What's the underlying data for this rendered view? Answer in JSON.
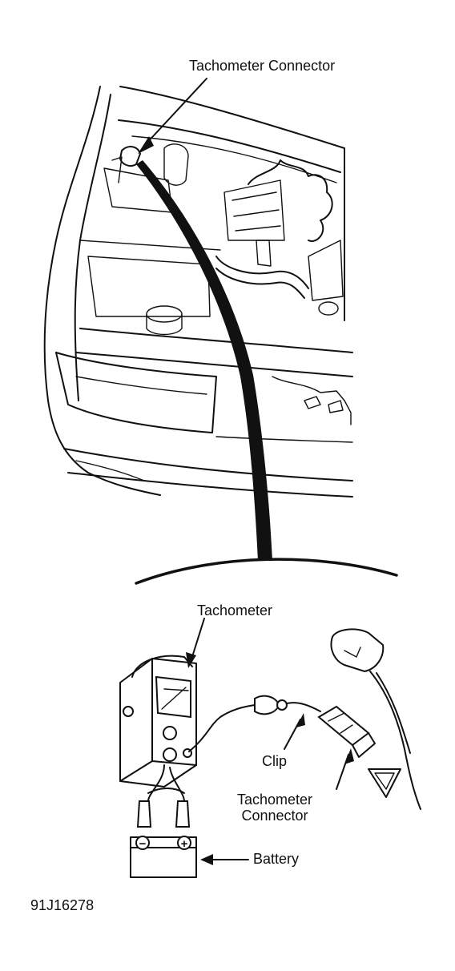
{
  "labels": {
    "tachometer_connector_top": "Tachometer Connector",
    "tachometer": "Tachometer",
    "clip": "Clip",
    "tachometer_connector_bottom_line1": "Tachometer",
    "tachometer_connector_bottom_line2": "Connector",
    "battery": "Battery",
    "figure_id": "91J16278"
  },
  "battery_terminals": {
    "negative": "−",
    "positive": "+"
  },
  "colors": {
    "ink": "#111111",
    "paper": "#ffffff"
  }
}
